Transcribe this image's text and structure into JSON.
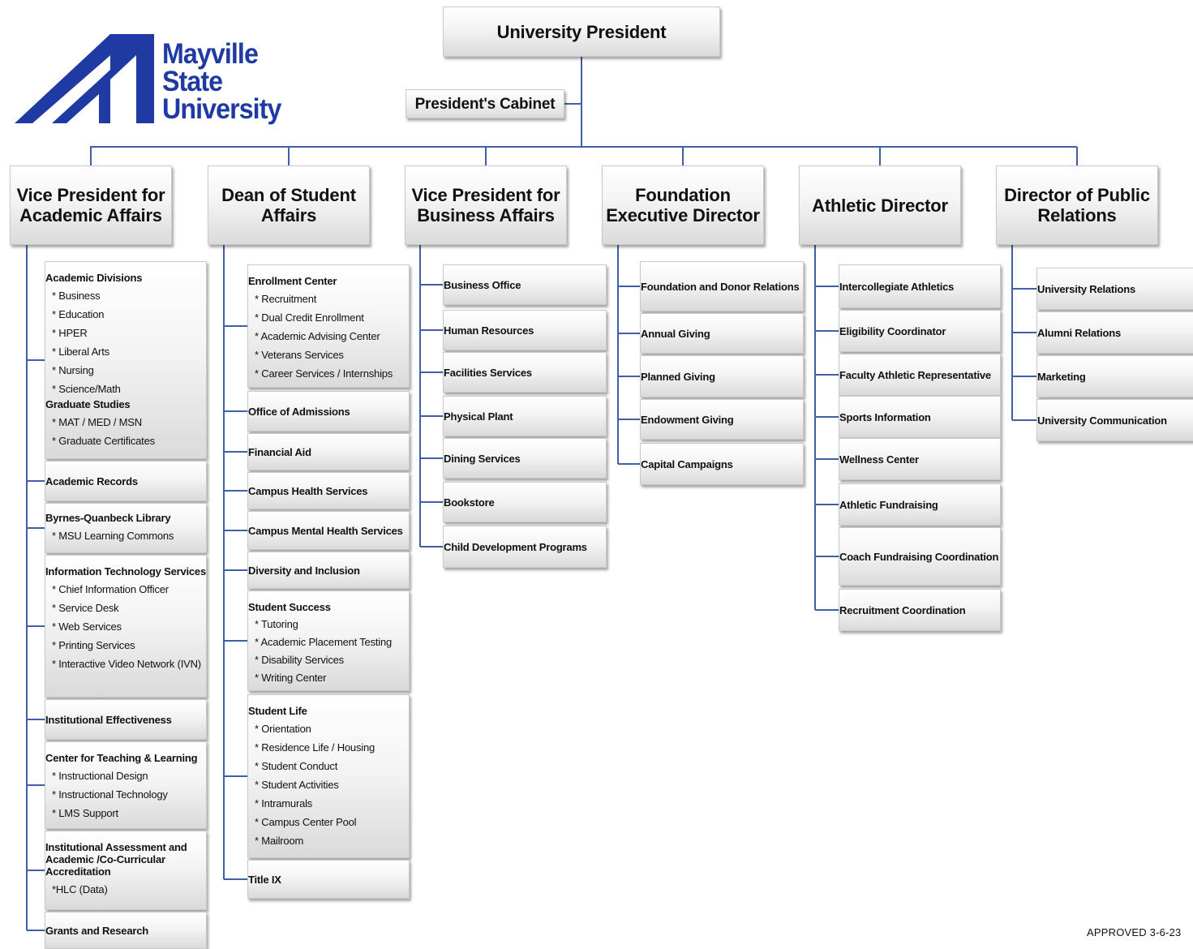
{
  "logo": {
    "lines": [
      "Mayville",
      "State",
      "University"
    ],
    "color": "#1f3aa3"
  },
  "president": "University President",
  "cabinet": "President's Cabinet",
  "divisions": [
    {
      "title_lines": [
        "Vice President for",
        "Academic Affairs"
      ],
      "units": [
        {
          "type": "group",
          "sections": [
            {
              "title": "Academic Divisions",
              "items": [
                "* Business",
                "* Education",
                "* HPER",
                "* Liberal Arts",
                "* Nursing",
                "* Science/Math"
              ]
            },
            {
              "title": "Graduate Studies",
              "items": [
                "* MAT / MED / MSN",
                "* Graduate Certificates"
              ]
            }
          ]
        },
        {
          "type": "item",
          "label": "Academic Records"
        },
        {
          "type": "group",
          "sections": [
            {
              "title": "Byrnes-Quanbeck Library",
              "items": [
                "* MSU Learning Commons"
              ]
            }
          ]
        },
        {
          "type": "group",
          "sections": [
            {
              "title": "Information Technology Services",
              "items": [
                "* Chief Information Officer",
                "* Service Desk",
                "* Web Services",
                "* Printing Services",
                "* Interactive Video Network (IVN)"
              ]
            }
          ]
        },
        {
          "type": "item",
          "label": "Institutional Effectiveness"
        },
        {
          "type": "group",
          "sections": [
            {
              "title": "Center for Teaching & Learning",
              "items": [
                "* Instructional Design",
                "* Instructional Technology",
                "* LMS Support"
              ]
            }
          ]
        },
        {
          "type": "group",
          "sections": [
            {
              "title": "Institutional Assessment and Academic /Co-Curricular Accreditation",
              "items": [
                "*HLC (Data)"
              ]
            }
          ]
        },
        {
          "type": "item",
          "label": "Grants and Research"
        }
      ]
    },
    {
      "title_lines": [
        "Dean of Student",
        "Affairs"
      ],
      "units": [
        {
          "type": "group",
          "sections": [
            {
              "title": "Enrollment Center",
              "items": [
                "* Recruitment",
                "* Dual Credit Enrollment",
                "* Academic Advising Center",
                "* Veterans Services",
                "* Career Services / Internships"
              ]
            }
          ]
        },
        {
          "type": "item",
          "label": "Office of Admissions"
        },
        {
          "type": "item",
          "label": "Financial Aid"
        },
        {
          "type": "item",
          "label": "Campus Health Services"
        },
        {
          "type": "item",
          "label": "Campus Mental Health Services"
        },
        {
          "type": "item",
          "label": "Diversity and Inclusion"
        },
        {
          "type": "group",
          "sections": [
            {
              "title": "Student Success",
              "items": [
                "* Tutoring",
                "* Academic Placement Testing",
                "* Disability Services",
                "* Writing Center"
              ]
            }
          ]
        },
        {
          "type": "group",
          "sections": [
            {
              "title": "Student Life",
              "items": [
                "* Orientation",
                "* Residence Life / Housing",
                "* Student Conduct",
                "* Student Activities",
                "* Intramurals",
                "* Campus Center Pool",
                "* Mailroom"
              ]
            }
          ]
        },
        {
          "type": "item",
          "label": "Title IX"
        }
      ]
    },
    {
      "title_lines": [
        "Vice President for",
        "Business Affairs"
      ],
      "units": [
        {
          "type": "item",
          "label": "Business Office"
        },
        {
          "type": "item",
          "label": "Human Resources"
        },
        {
          "type": "item",
          "label": "Facilities Services"
        },
        {
          "type": "item",
          "label": "Physical Plant"
        },
        {
          "type": "item",
          "label": "Dining Services"
        },
        {
          "type": "item",
          "label": "Bookstore"
        },
        {
          "type": "item",
          "label": "Child Development Programs"
        }
      ]
    },
    {
      "title_lines": [
        "Foundation",
        "Executive Director"
      ],
      "units": [
        {
          "type": "item",
          "label": "Foundation and Donor Relations"
        },
        {
          "type": "item",
          "label": "Annual Giving"
        },
        {
          "type": "item",
          "label": "Planned Giving"
        },
        {
          "type": "item",
          "label": "Endowment Giving"
        },
        {
          "type": "item",
          "label": "Capital Campaigns"
        }
      ]
    },
    {
      "title_lines": [
        "Athletic Director"
      ],
      "units": [
        {
          "type": "item",
          "label": "Intercollegiate Athletics"
        },
        {
          "type": "item",
          "label": "Eligibility Coordinator"
        },
        {
          "type": "item",
          "label": "Faculty Athletic Representative"
        },
        {
          "type": "item",
          "label": "Sports Information"
        },
        {
          "type": "item",
          "label": "Wellness Center"
        },
        {
          "type": "item",
          "label": "Athletic Fundraising"
        },
        {
          "type": "item",
          "label": "Coach Fundraising Coordination"
        },
        {
          "type": "item",
          "label": "Recruitment Coordination"
        }
      ]
    },
    {
      "title_lines": [
        "Director of Public",
        "Relations"
      ],
      "units": [
        {
          "type": "item",
          "label": "University Relations"
        },
        {
          "type": "item",
          "label": "Alumni Relations"
        },
        {
          "type": "item",
          "label": "Marketing"
        },
        {
          "type": "item",
          "label": "University Communication"
        }
      ]
    }
  ],
  "approved": "APPROVED 3-6-23",
  "colors": {
    "connector": "#3f5fa6",
    "logo": "#1f3aa3"
  }
}
